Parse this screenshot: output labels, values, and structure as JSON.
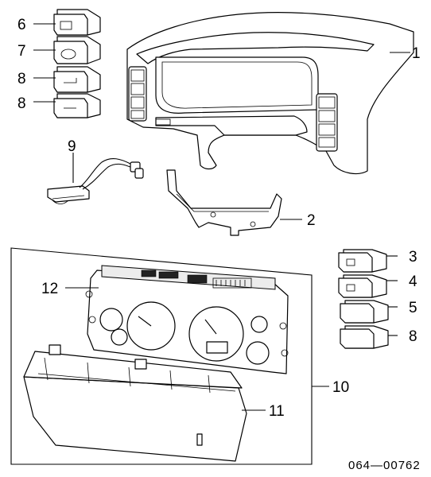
{
  "diagram": {
    "callouts": [
      {
        "id": "c6a",
        "label": "6"
      },
      {
        "id": "c7",
        "label": "7"
      },
      {
        "id": "c8a",
        "label": "8"
      },
      {
        "id": "c8b",
        "label": "8"
      },
      {
        "id": "c9",
        "label": "9"
      },
      {
        "id": "c1",
        "label": "1"
      },
      {
        "id": "c2",
        "label": "2"
      },
      {
        "id": "c3",
        "label": "3"
      },
      {
        "id": "c4",
        "label": "4"
      },
      {
        "id": "c5",
        "label": "5"
      },
      {
        "id": "c8c",
        "label": "8"
      },
      {
        "id": "c12",
        "label": "12"
      },
      {
        "id": "c10",
        "label": "10"
      },
      {
        "id": "c11",
        "label": "11"
      }
    ],
    "catalog_number": "064—00762"
  }
}
